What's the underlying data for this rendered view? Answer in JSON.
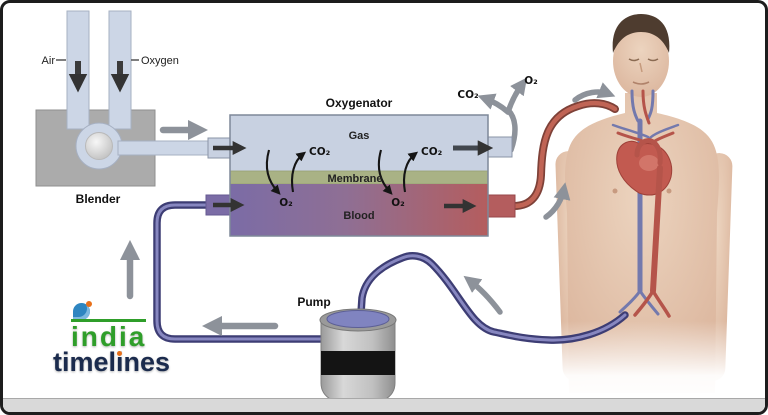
{
  "diagram": {
    "blender": {
      "label": "Blender",
      "air_label": "Air",
      "oxygen_label": "Oxygen"
    },
    "oxygenator": {
      "title": "Oxygenator",
      "gas_label": "Gas",
      "membrane_label": "Membrane",
      "blood_label": "Blood"
    },
    "gases": {
      "co2": "CO₂",
      "o2": "O₂"
    },
    "pump": {
      "label": "Pump"
    }
  },
  "logo": {
    "line1": "india",
    "line2": "timelines"
  },
  "colors": {
    "gas_section": "#c8d1e1",
    "membrane": "#a9b285",
    "blood_left": "#7b6ca6",
    "blood_right": "#b45d5e",
    "venous_tube": "#3d3d74",
    "arterial_tube": "#c06455",
    "arrow_gray": "#8d929a",
    "arrow_black": "#303030",
    "blender_body": "#ababab",
    "pump_top": "#8084c0",
    "logo_green": "#2f9e2a",
    "logo_navy": "#1b2b4d",
    "logo_orange": "#e8701a"
  }
}
